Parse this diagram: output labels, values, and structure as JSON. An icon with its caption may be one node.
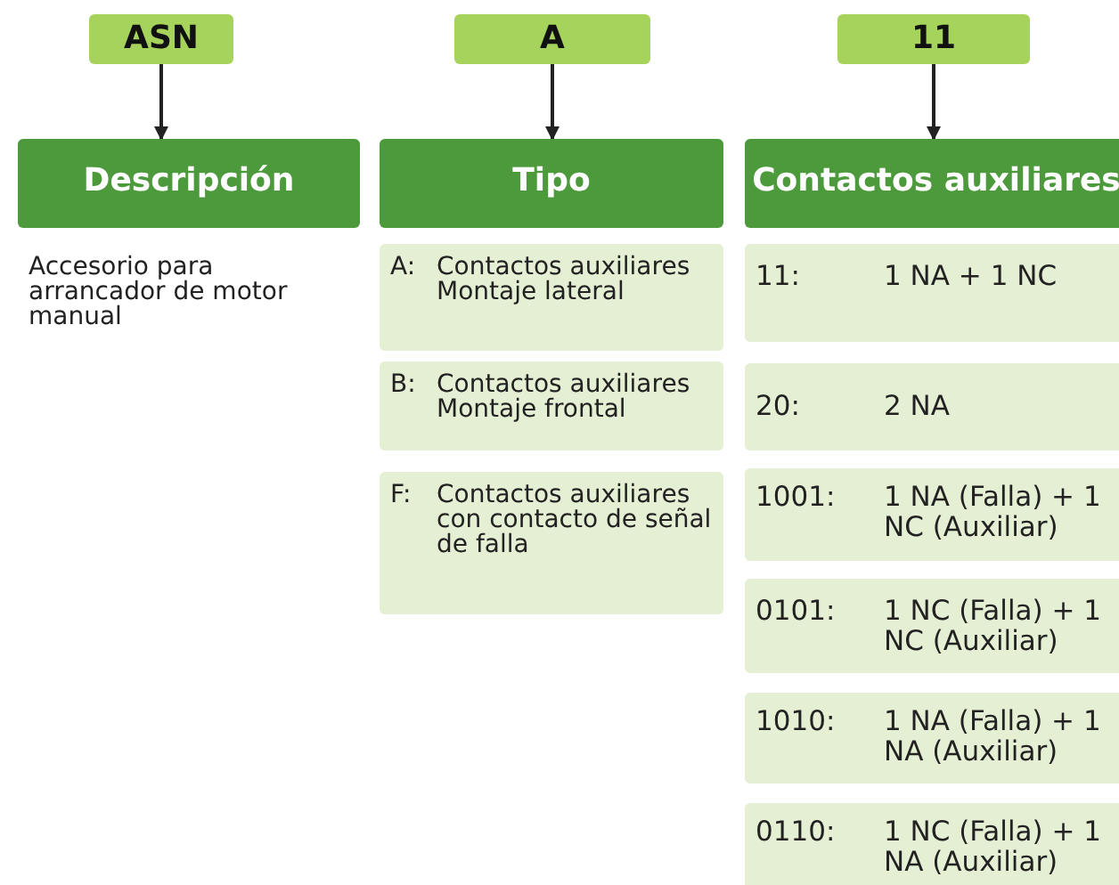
{
  "diagram": {
    "nodes": [
      {
        "text": [
          "ASN"
        ]
      },
      {
        "text": [
          "A"
        ]
      },
      {
        "text": [
          "11"
        ]
      },
      {
        "text": [
          "Descripción"
        ]
      },
      {
        "text": [
          "Tipo"
        ]
      },
      {
        "text": [
          "Contactos auxiliares"
        ]
      },
      {
        "text": [
          "A:",
          "Contactos auxiliares Montaje lateral"
        ]
      },
      {
        "text": [
          "B:",
          "Contactos auxiliares Montaje frontal"
        ]
      },
      {
        "text": [
          "F:",
          "Contactos auxiliares con contacto de señal de falla"
        ]
      },
      {
        "text": [
          "11:",
          "1 NA + 1 NC"
        ]
      },
      {
        "text": [
          "20:",
          "2 NA"
        ]
      },
      {
        "text": [
          "1001:",
          "1 NA (Falla) + 1 NC (Auxiliar)"
        ]
      },
      {
        "text": [
          "0101:",
          "1 NC (Falla) + 1 NC (Auxiliar)"
        ]
      },
      {
        "text": [
          "1010:",
          "1 NA (Falla) + 1 NA (Auxiliar)"
        ]
      },
      {
        "text": [
          "0110:",
          "1 NC (Falla) + 1 NA (Auxiliar)"
        ]
      }
    ],
    "edges": [
      {
        "from": 0,
        "to": 3,
        "arrow": "to"
      },
      {
        "from": 1,
        "to": 4,
        "arrow": "to"
      },
      {
        "from": 2,
        "to": 5,
        "arrow": "to"
      }
    ],
    "labels": [
      "Accesorio para arrancador de motor manual"
    ]
  }
}
